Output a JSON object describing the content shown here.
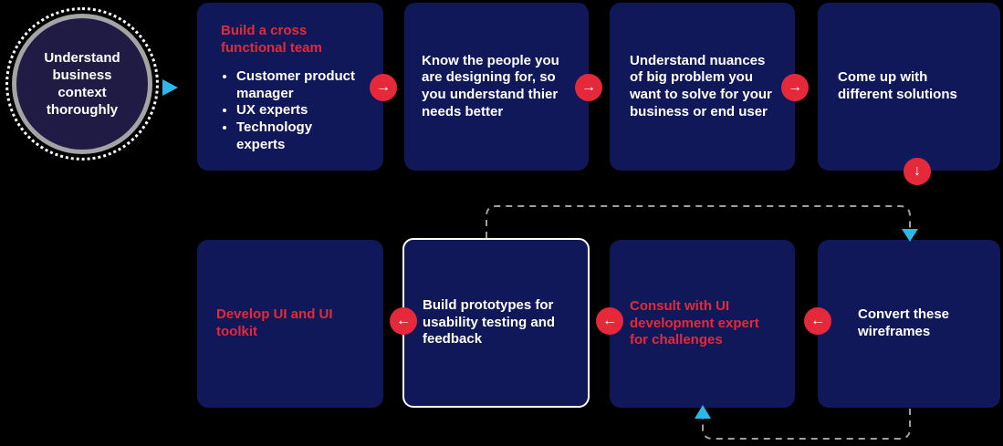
{
  "colors": {
    "background": "#000000",
    "box_fill": "#111859",
    "accent_red": "#e5283a",
    "accent_cyan": "#2bb7e9",
    "start_circle_fill": "#201b45",
    "start_circle_ring": "#a4a4a4",
    "dashed_line": "#9e9e9e",
    "text_white": "#ffffff"
  },
  "start_node": {
    "label": "Understand business context thoroughly"
  },
  "boxes": {
    "build_team": {
      "title": "Build a cross functional team",
      "bullets": [
        "Customer product manager",
        "UX experts",
        "Technology experts"
      ]
    },
    "know_people": {
      "text": "Know the people you are designing for, so you understand thier needs better"
    },
    "understand_nuances": {
      "text": "Understand nuances of big problem you want to solve for your business or end user"
    },
    "solutions": {
      "text": "Come up with different solutions"
    },
    "develop_ui": {
      "text": "Develop UI and UI toolkit"
    },
    "build_prototypes": {
      "text": "Build prototypes for usability testing and feedback"
    },
    "consult_expert": {
      "text": "Consult with UI development expert for challenges"
    },
    "convert_wireframes": {
      "text": "Convert these wireframes"
    }
  },
  "arrows": {
    "right": "→",
    "left": "←",
    "down": "↓"
  }
}
